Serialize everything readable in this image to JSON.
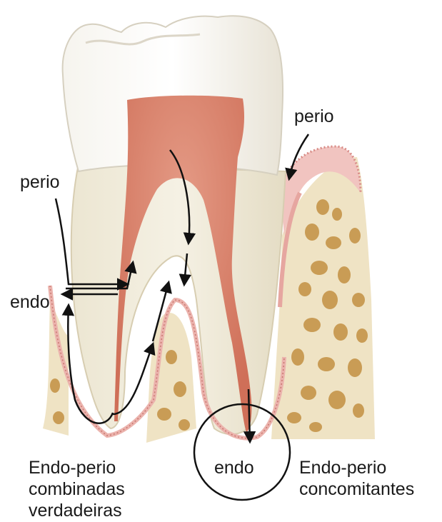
{
  "labels": {
    "perio_top_right": "perio",
    "perio_left": "perio",
    "endo_left": "endo",
    "endo_bottom": "endo"
  },
  "captions": {
    "left": [
      "Endo-perio",
      "combinadas",
      "verdadeiras"
    ],
    "right": [
      "Endo-perio",
      "concomitantes"
    ]
  },
  "colors": {
    "enamel": "#f3f1ea",
    "dentin": "#ece4cd",
    "pulp": "#d9806a",
    "bone": "#efe3c4",
    "bone_pores": "#c49a55",
    "gingiva": "#f1c4c0",
    "arrow": "#111111"
  }
}
